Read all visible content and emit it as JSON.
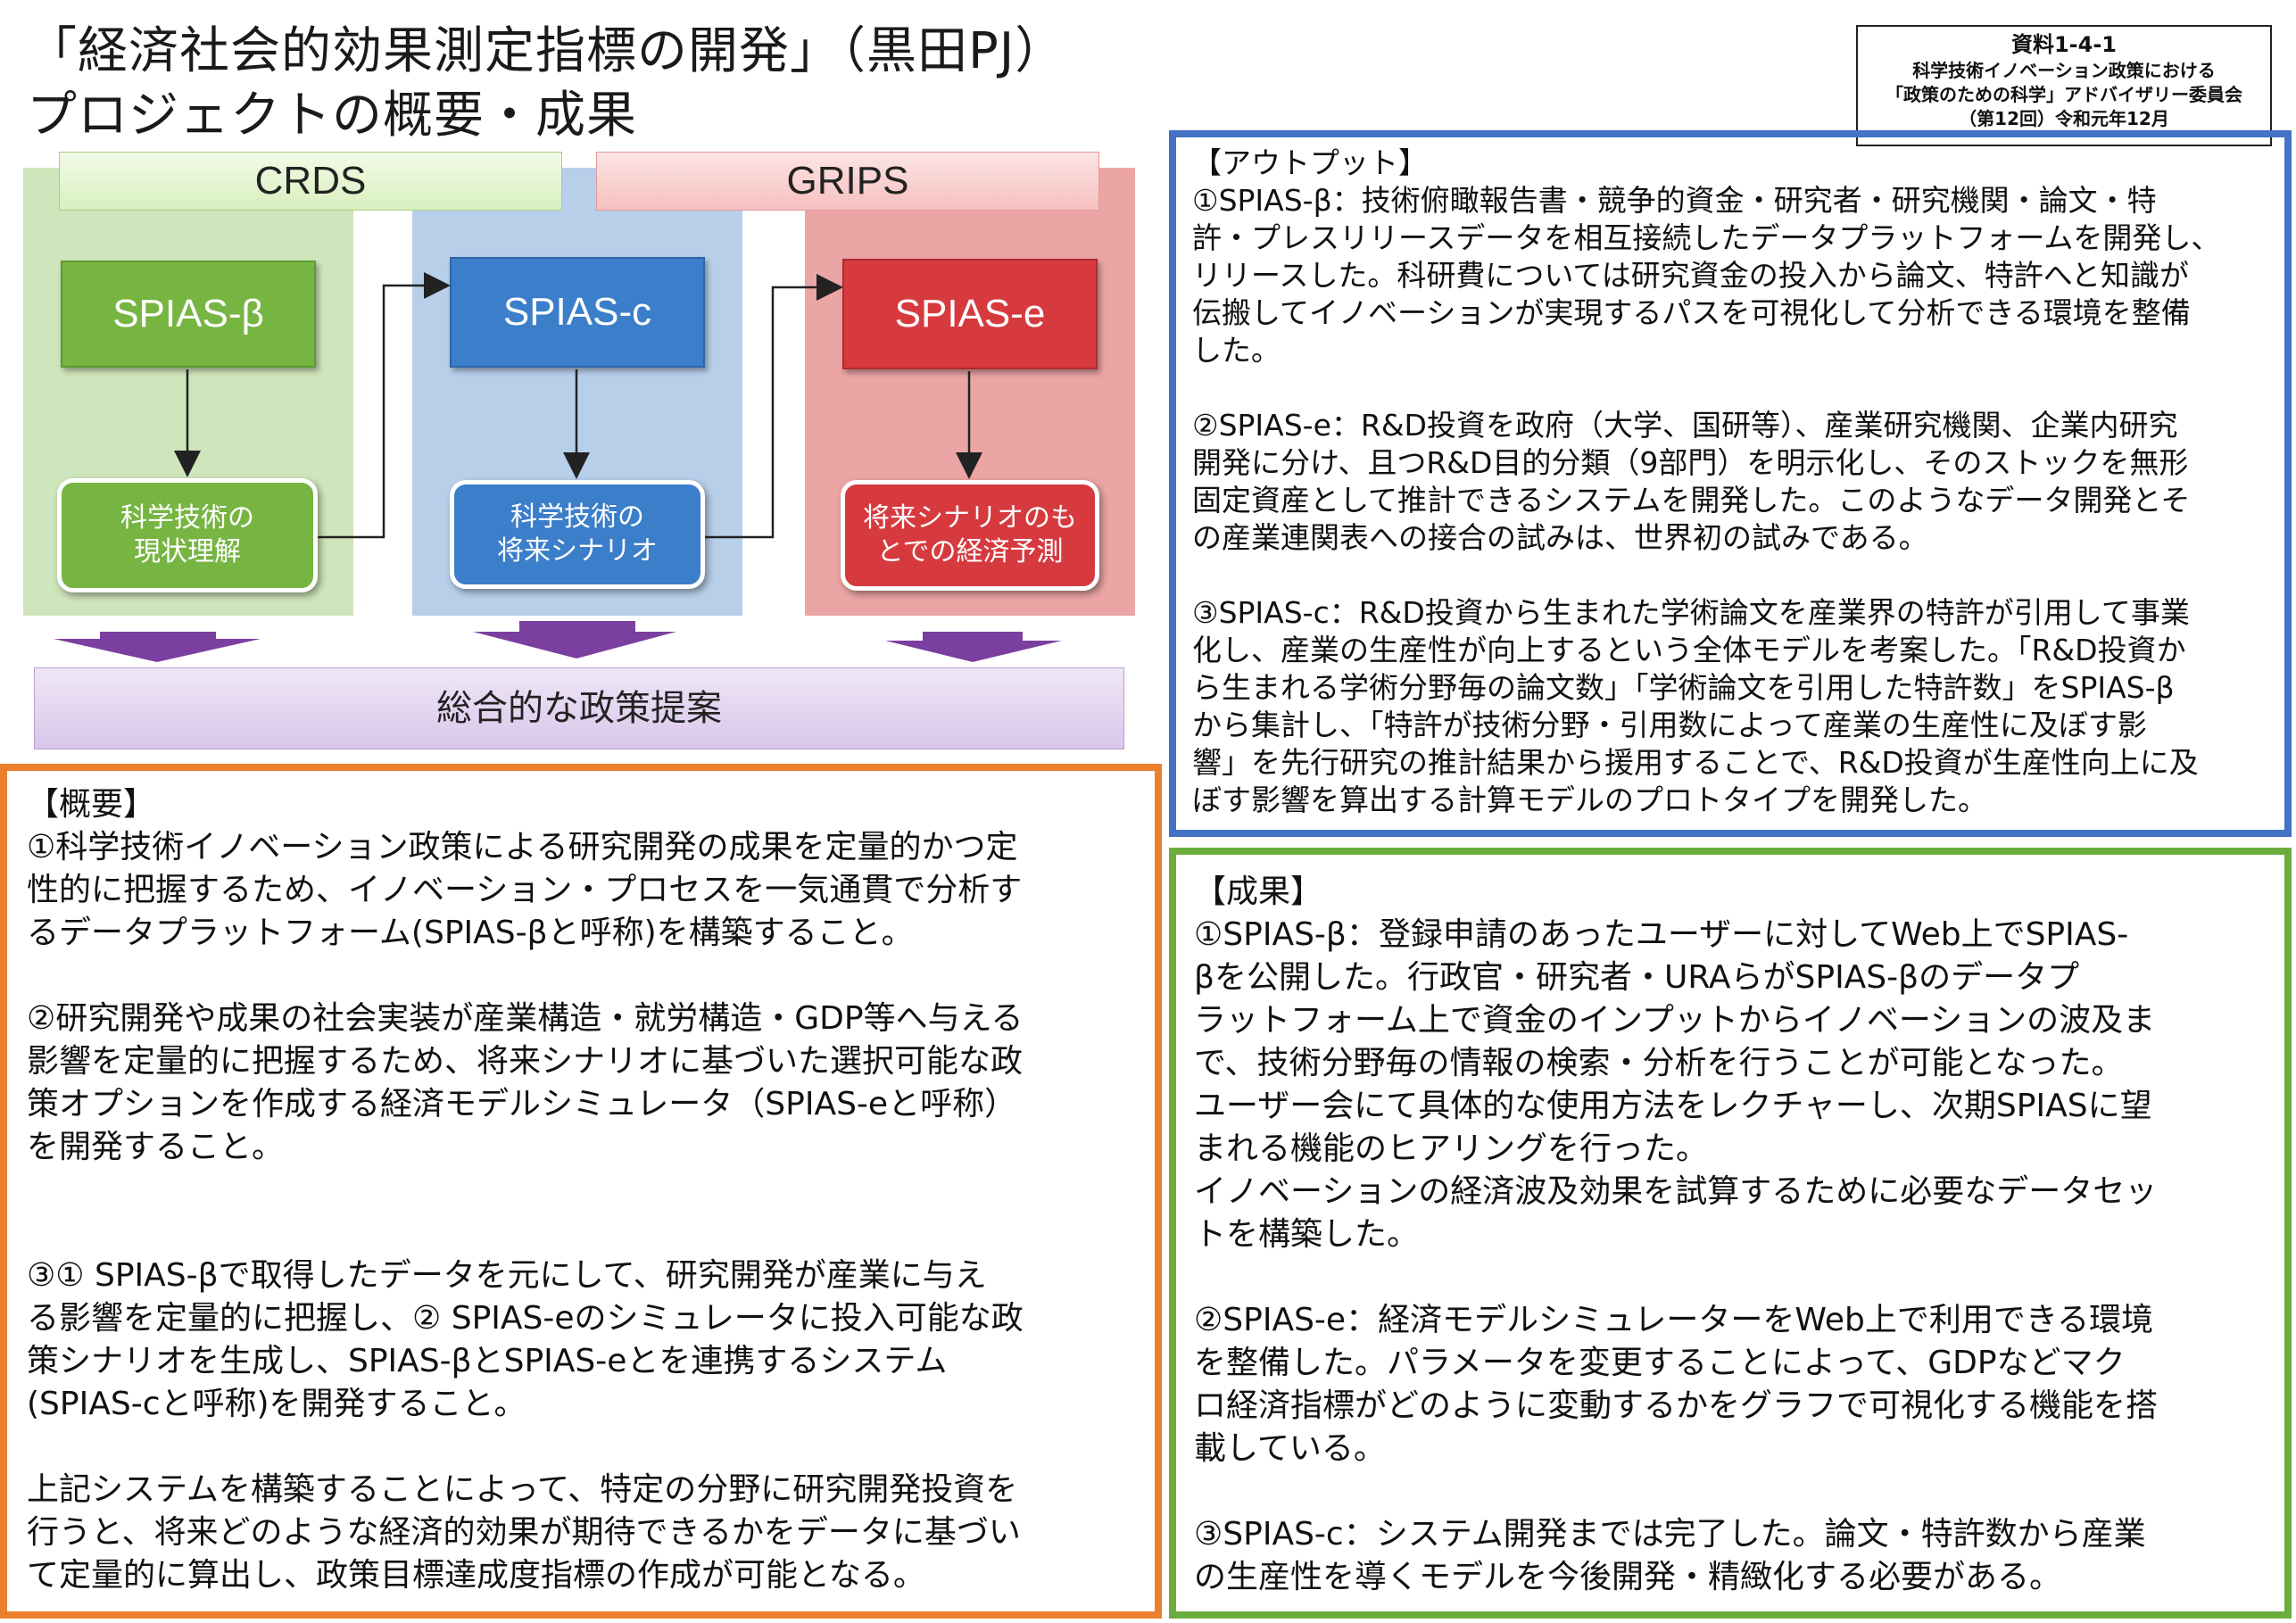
{
  "header": {
    "title_line1": "「経済社会的効果測定指標の開発」（黒田PJ）",
    "title_line2": "プロジェクトの概要・成果"
  },
  "reference": {
    "id": "資料1-4-1",
    "line1": "科学技術イノベーション政策における",
    "line2": "「政策のための科学」アドバイザリー委員会",
    "line3": "（第12回）令和元年12月"
  },
  "diagram": {
    "orgs": [
      "CRDS",
      "GRIPS"
    ],
    "systems": [
      "SPIAS-β",
      "SPIAS-c",
      "SPIAS-e"
    ],
    "results": [
      {
        "line1": "科学技術の",
        "line2": "現状理解"
      },
      {
        "line1": "科学技術の",
        "line2": "将来シナリオ"
      },
      {
        "line1": "将来シナリオのも",
        "line2": "とでの経済予測"
      }
    ],
    "policy": "総合的な政策提案",
    "colors": {
      "green": "#77b543",
      "blue": "#3b7ec9",
      "red": "#d63a3f",
      "purple": "#7b3fa0"
    }
  },
  "overview": {
    "heading": "【概要】",
    "p1": "①科学技術イノベーション政策による研究開発の成果を定量的かつ定\n性的に把握するため、イノベーション・プロセスを一気通貫で分析す\nるデータプラットフォーム(SPIAS-βと呼称)を構築すること。",
    "p2": "②研究開発や成果の社会実装が産業構造・就労構造・GDP等へ与える\n影響を定量的に把握するため、将来シナリオに基づいた選択可能な政\n策オプションを作成する経済モデルシミュレータ（SPIAS-eと呼称）\nを開発すること。",
    "p3": "③① SPIAS-βで取得したデータを元にして、研究開発が産業に与え\nる影響を定量的に把握し、② SPIAS-eのシミュレータに投入可能な政\n策シナリオを生成し、SPIAS-βとSPIAS-eとを連携するシステム\n(SPIAS-cと呼称)を開発すること。",
    "p4": "上記システムを構築することによって、特定の分野に研究開発投資を\n行うと、将来どのような経済的効果が期待できるかをデータに基づい\nて定量的に算出し、政策目標達成度指標の作成が可能となる。"
  },
  "output": {
    "heading": "【アウトプット】",
    "p1": "①SPIAS-β：技術俯瞰報告書・競争的資金・研究者・研究機関・論文・特\n許・プレスリリースデータを相互接続したデータプラットフォームを開発し、\nリリースした。科研費については研究資金の投入から論文、特許へと知識が\n伝搬してイノベーションが実現するパスを可視化して分析できる環境を整備\nした。",
    "p2": "②SPIAS-e：R&D投資を政府（大学、国研等）、産業研究機関、企業内研究\n開発に分け、且つR&D目的分類（9部門）を明示化し、そのストックを無形\n固定資産として推計できるシステムを開発した。このようなデータ開発とそ\nの産業連関表への接合の試みは、世界初の試みである。",
    "p3": "③SPIAS-c：R&D投資から生まれた学術論文を産業界の特許が引用して事業\n化し、産業の生産性が向上するという全体モデルを考案した。「R&D投資か\nら生まれる学術分野毎の論文数」「学術論文を引用した特許数」をSPIAS-β\nから集計し、「特許が技術分野・引用数によって産業の生産性に及ぼす影\n響」を先行研究の推計結果から援用することで、R&D投資が生産性向上に及\nぼす影響を算出する計算モデルのプロトタイプを開発した。"
  },
  "results_panel": {
    "heading": "【成果】",
    "p1": "①SPIAS-β：登録申請のあったユーザーに対してWeb上でSPIAS-\nβを公開した。行政官・研究者・URAらがSPIAS-βのデータプ\nラットフォーム上で資金のインプットからイノベーションの波及ま\nで、技術分野毎の情報の検索・分析を行うことが可能となった。\nユーザー会にて具体的な使用方法をレクチャーし、次期SPIASに望\nまれる機能のヒアリングを行った。\nイノベーションの経済波及効果を試算するために必要なデータセッ\nトを構築した。",
    "p2": "②SPIAS-e：経済モデルシミュレーターをWeb上で利用できる環境\nを整備した。パラメータを変更することによって、GDPなどマク\nロ経済指標がどのように変動するかをグラフで可視化する機能を搭\n載している。",
    "p3": "③SPIAS-c：システム開発までは完了した。論文・特許数から産業\nの生産性を導くモデルを今後開発・精緻化する必要がある。"
  }
}
